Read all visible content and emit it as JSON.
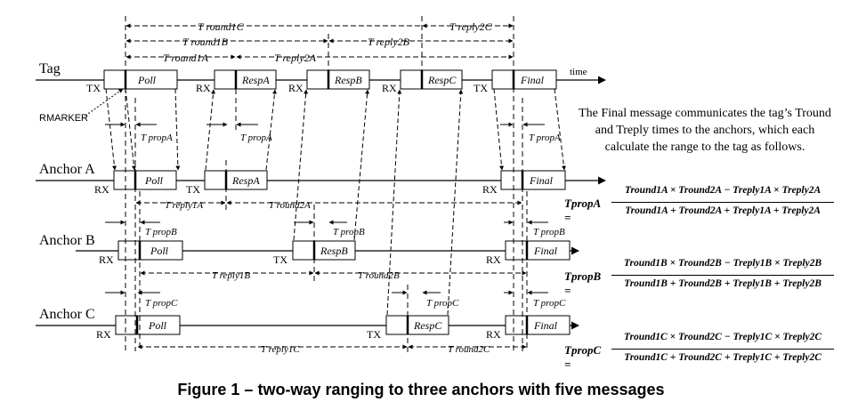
{
  "rows": {
    "tag": "Tag",
    "anchor_a": "Anchor A",
    "anchor_b": "Anchor B",
    "anchor_c": "Anchor C"
  },
  "messages": {
    "poll": "Poll",
    "resp_a": "RespA",
    "resp_b": "RespB",
    "resp_c": "RespC",
    "final": "Final"
  },
  "labels": {
    "tx": "TX",
    "rx": "RX",
    "time": "time",
    "rmarker": "RMARKER"
  },
  "intervals": {
    "tround1c": "T round1C",
    "tround1b": "T round1B",
    "tround1a": "T round1A",
    "treply2a": "T reply2A",
    "treply2b": "T reply2B",
    "treply2c": "T reply2C",
    "tpropa": "T propA",
    "tpropb": "T propB",
    "tpropc": "T propC",
    "treply1a": "T reply1A",
    "tround2a": "T round2A",
    "treply1b": "T reply1B",
    "tround2b": "T round2B",
    "treply1c": "T reply1C",
    "tround2c": "T round2C"
  },
  "note": "The Final message communicates the tag’s Tround and Treply times to the anchors, which each calculate the range to the tag as follows.",
  "equations": {
    "a": {
      "lhs": "TpropA =",
      "numerator": "Tround1A × Tround2A − Treply1A × Treply2A",
      "denominator": "Tround1A + Tround2A + Treply1A + Treply2A"
    },
    "b": {
      "lhs": "TpropB =",
      "numerator": "Tround1B × Tround2B − Treply1B × Treply2B",
      "denominator": "Tround1B + Tround2B + Treply1B + Treply2B"
    },
    "c": {
      "lhs": "TpropC =",
      "numerator": "Tround1C × Tround2C − Treply1C × Treply2C",
      "denominator": "Tround1C + Tround2C + Treply1C + Treply2C"
    }
  },
  "caption": "Figure 1 – two-way ranging to three anchors with five messages"
}
